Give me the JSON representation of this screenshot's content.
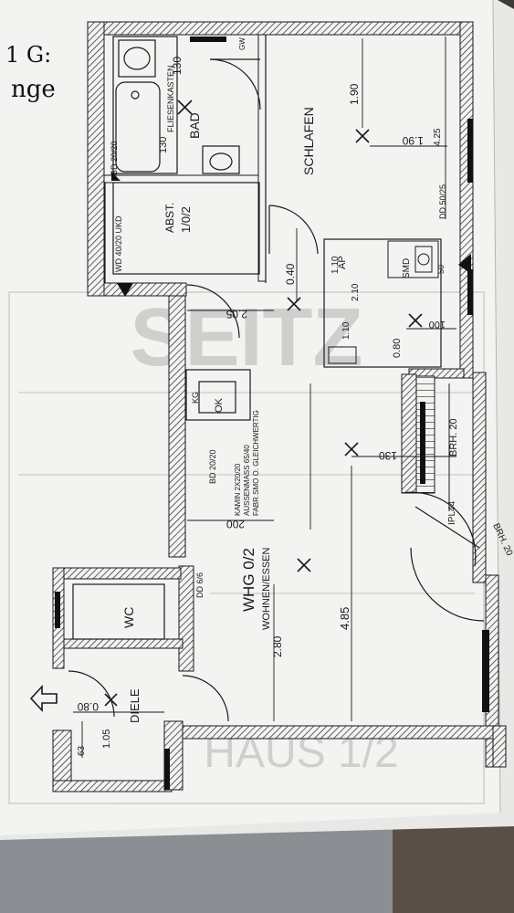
{
  "handwriting": {
    "line1": "1 G:",
    "line2": "nge"
  },
  "rooms": {
    "bad": "BAD",
    "schlafen": "SCHLAFEN",
    "abst": "ABST.",
    "abst_num": "1/0/2",
    "wc": "WC",
    "diele": "DIELE",
    "whg": "WHG 0/2",
    "wohnen": "WOHNEN/ESSEN"
  },
  "fixtures": {
    "fliesenkasten": "FLIESENKASTEN",
    "ok": "OK",
    "kg": "KG",
    "gw": "GW",
    "ap": "AP",
    "smd": "SMD"
  },
  "notes": {
    "kamin1": "KAMIN 2X20/20",
    "kamin2": "AUSSENMASS 65/40",
    "kamin3": "FABR.SMO O. GLEICHWERTIG",
    "bd_bad": "BD 20/20",
    "bd_kamin": "BD 20/20",
    "dd_left": "DD 6/6",
    "dd_right": "DD 50/25",
    "wd": "WD 40/20 UKD",
    "brh1": "BRH. 20",
    "brh2": "BRH. 20",
    "pl": "IPL44"
  },
  "dimensions": {
    "d130_top": "130",
    "d130_bath": "130",
    "d190a": "1.90",
    "d190b": "1.90",
    "d425": "4.25",
    "d040": "0.40",
    "d110ap": "1.10",
    "d210": "2.10",
    "d110ap2": "1.10",
    "d205": "2.05",
    "d080a": "0.80",
    "d100": "100",
    "d130_liv": "130",
    "d485": "4.85",
    "d200": "200",
    "d280": "2.80",
    "d080_diele": "0.80",
    "d105": "1.05",
    "d63": "63",
    "d50": "50"
  },
  "stamp": {
    "seitz": "SEITZ",
    "haus": "HAUS 1/2"
  }
}
